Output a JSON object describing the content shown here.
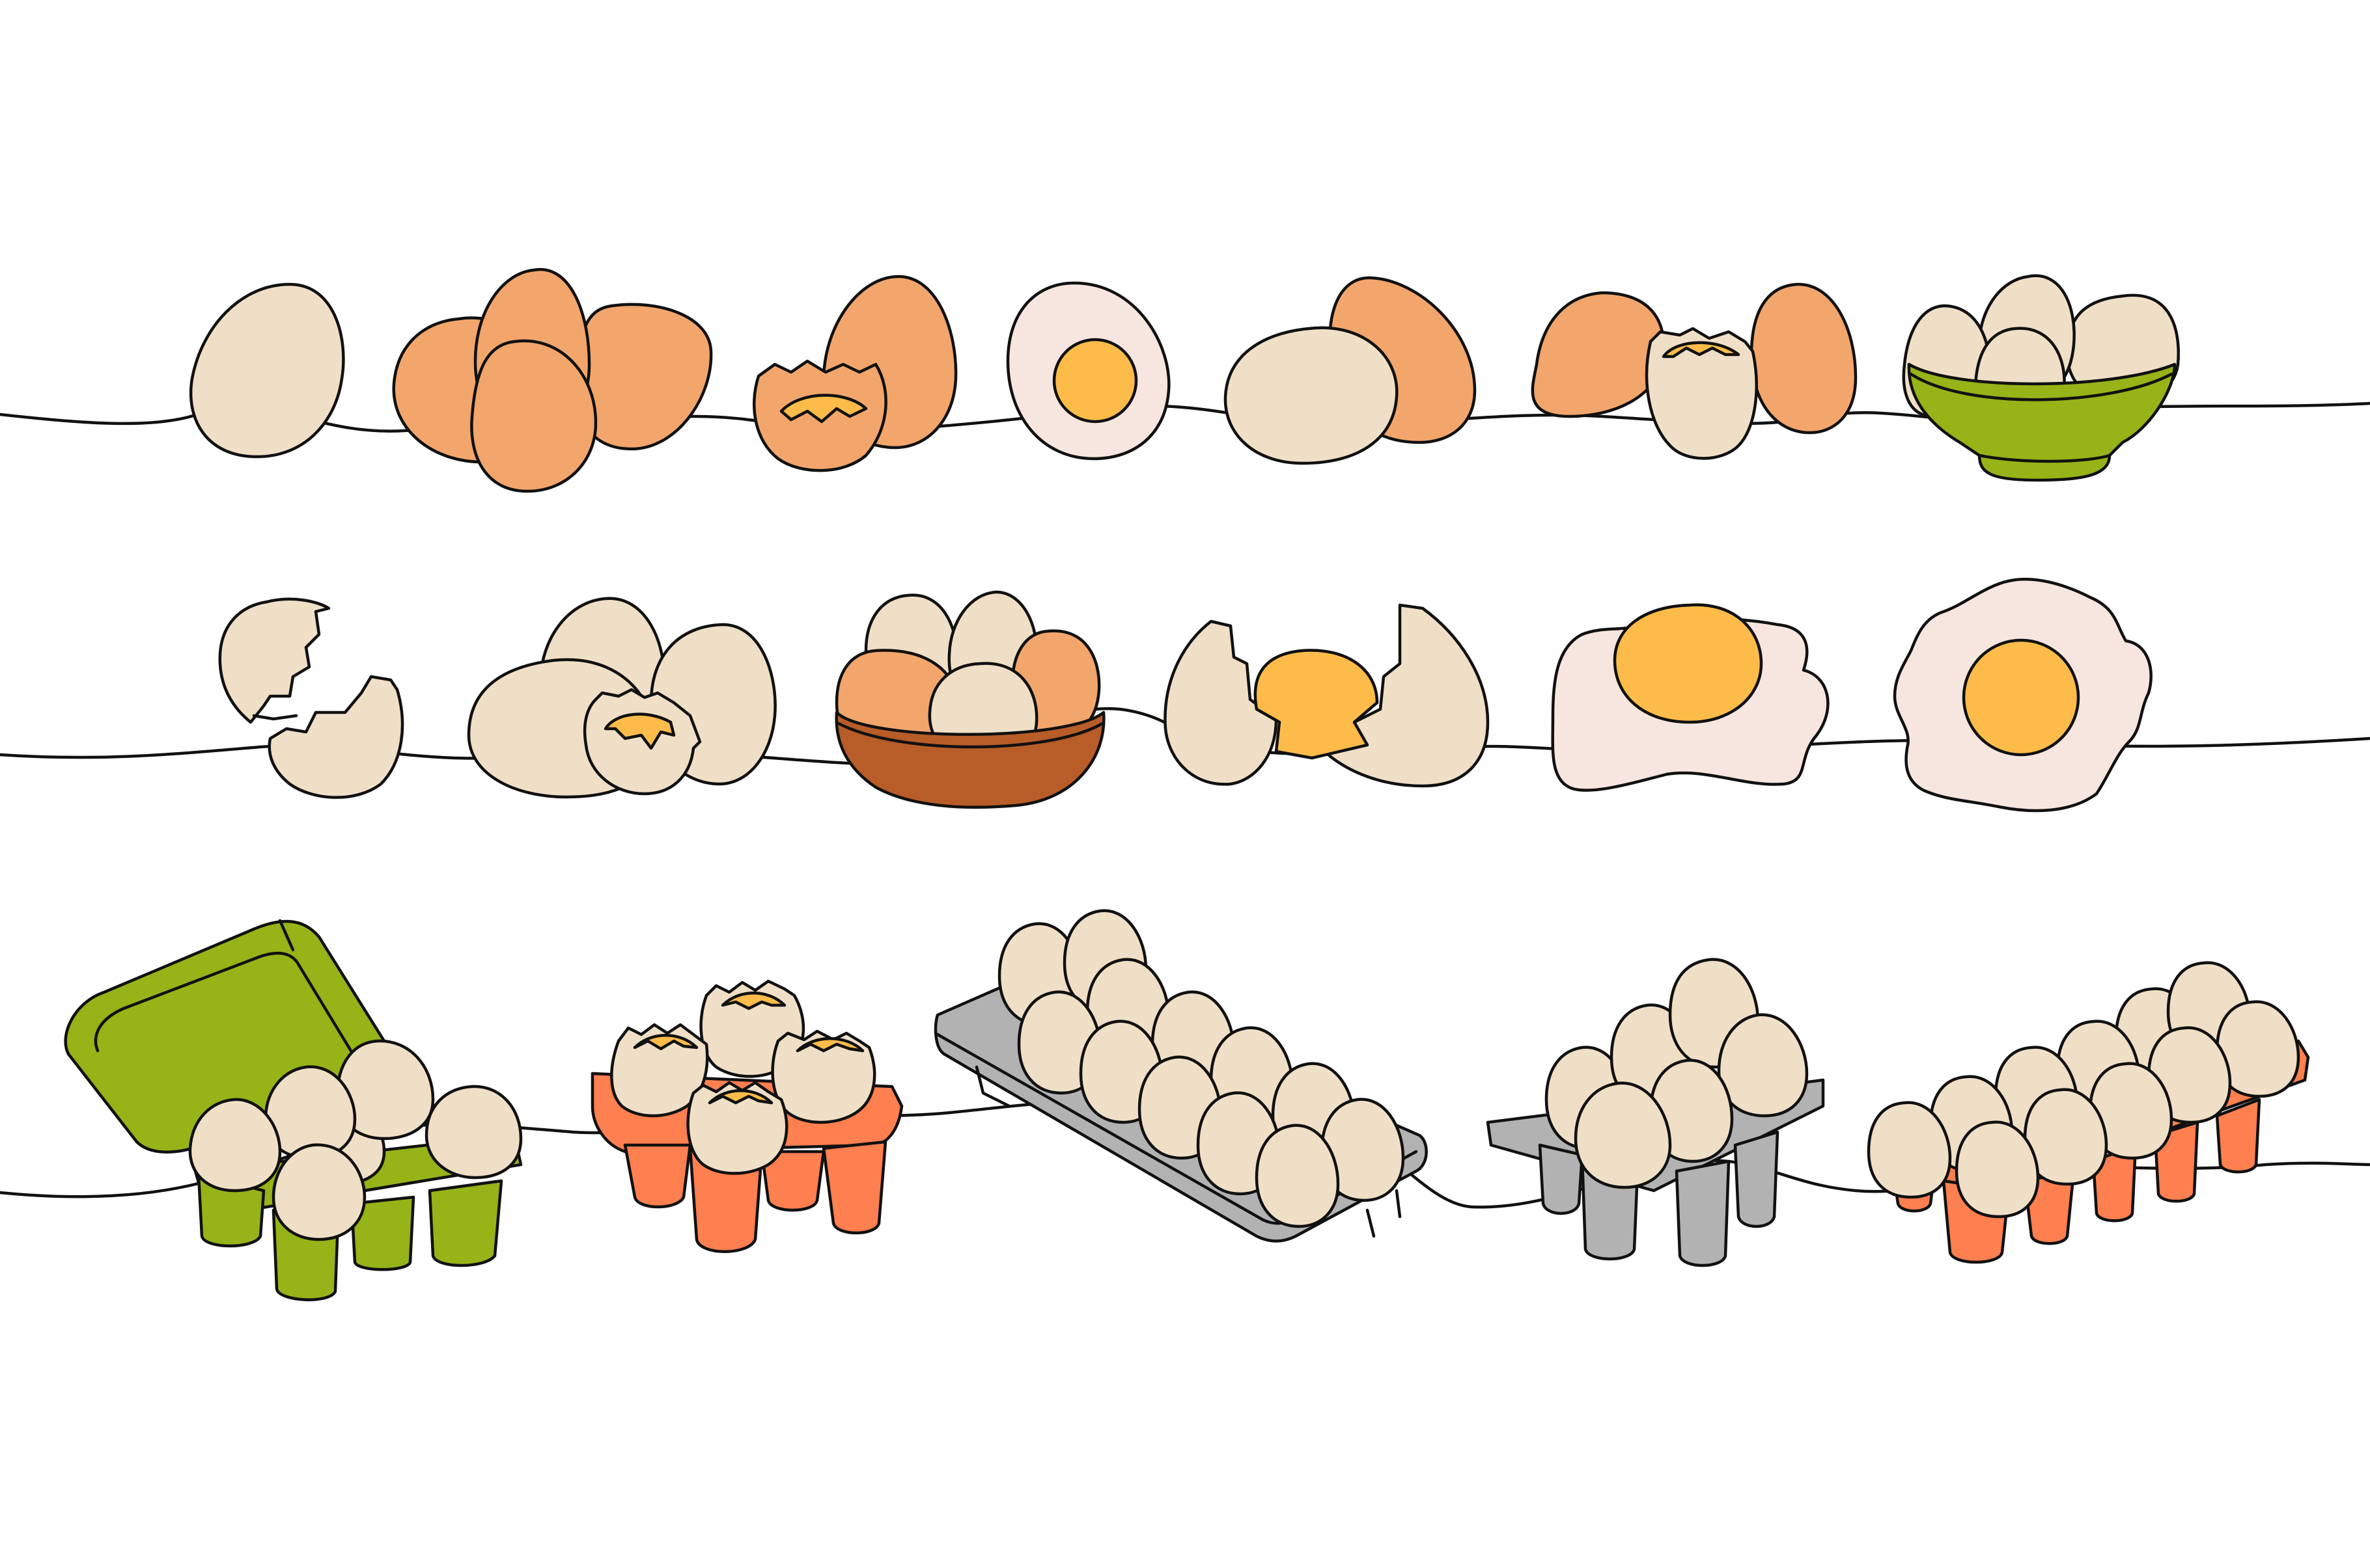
{
  "colors": {
    "background": "#ffffff",
    "outline": "#111111",
    "egg_white_shell": "#f0dfc7",
    "egg_brown_shell": "#f2a66c",
    "yolk": "#fdbc4a",
    "cooked_white": "#f7e6df",
    "bowl_green": "#96b318",
    "bowl_brown": "#b85c28",
    "carton_green": "#96b318",
    "carton_orange": "#fe7f4f",
    "carton_grey": "#b2b2b2"
  },
  "rows": [
    {
      "name": "row-1",
      "items": [
        {
          "icon": "white-egg-icon"
        },
        {
          "icon": "brown-eggs-group-icon"
        },
        {
          "icon": "cracked-brown-egg-icon"
        },
        {
          "icon": "halved-boiled-egg-icon"
        },
        {
          "icon": "two-eggs-icon"
        },
        {
          "icon": "eggs-with-open-egg-icon"
        },
        {
          "icon": "green-bowl-eggs-icon"
        }
      ]
    },
    {
      "name": "row-2",
      "items": [
        {
          "icon": "broken-eggshell-icon"
        },
        {
          "icon": "white-eggs-group-icon"
        },
        {
          "icon": "brown-bowl-eggs-icon"
        },
        {
          "icon": "cracked-egg-yolk-icon"
        },
        {
          "icon": "raw-egg-splat-icon"
        },
        {
          "icon": "fried-egg-icon"
        }
      ]
    },
    {
      "name": "row-3",
      "items": [
        {
          "icon": "green-open-carton-icon"
        },
        {
          "icon": "orange-carton-cracked-eggs-icon"
        },
        {
          "icon": "grey-tray-twelve-eggs-icon"
        },
        {
          "icon": "grey-carton-six-eggs-icon"
        },
        {
          "icon": "orange-carton-twelve-eggs-icon"
        }
      ]
    }
  ]
}
